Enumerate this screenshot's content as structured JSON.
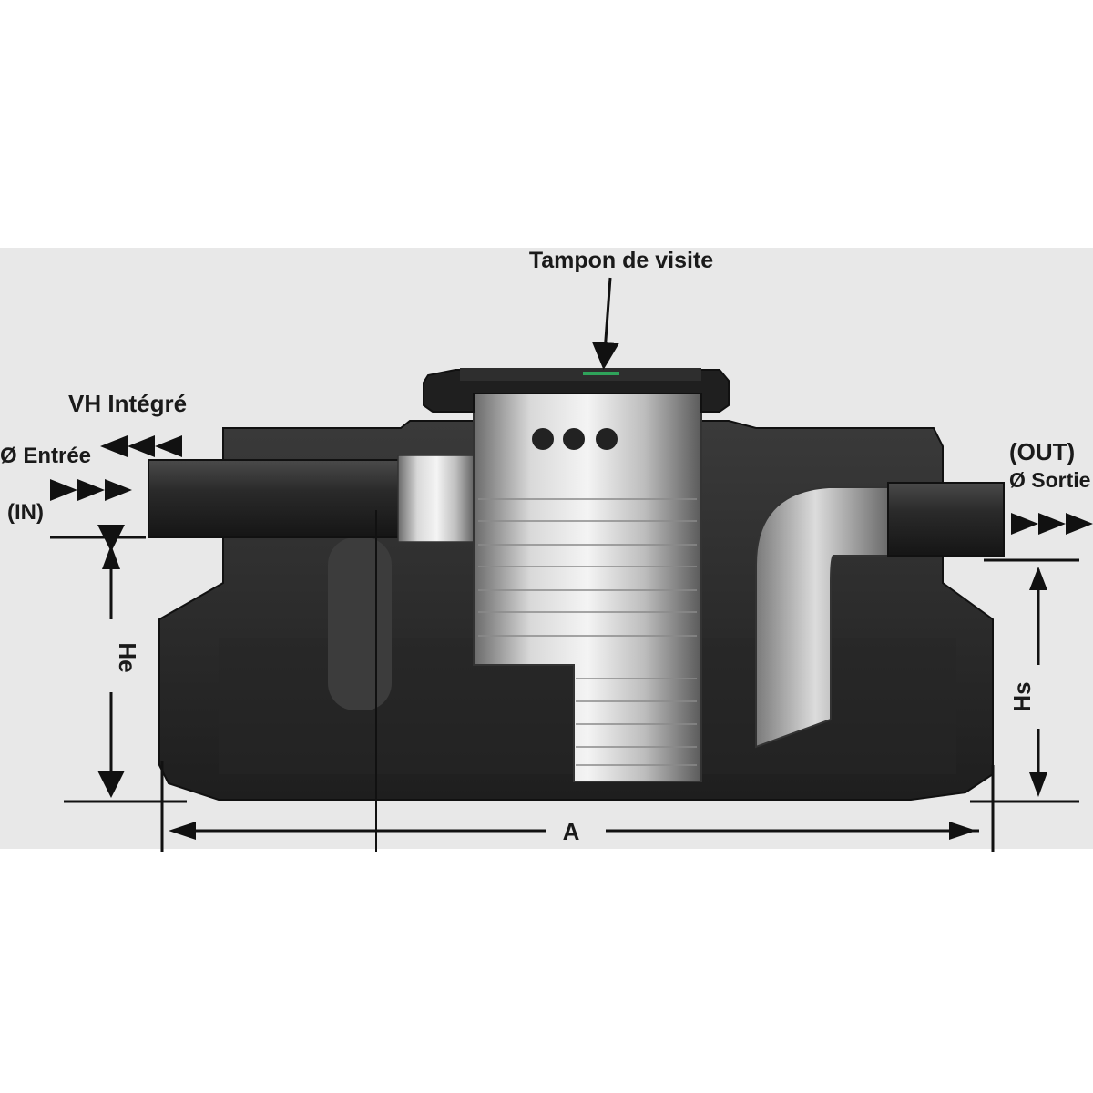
{
  "labels": {
    "top_callout": "Tampon de visite",
    "vh_label": "VH Intégré",
    "inlet_label": "Ø Entrée",
    "inlet_code": "(IN)",
    "outlet_code": "(OUT)",
    "outlet_label": "Ø Sortie",
    "dim_he": "He",
    "dim_hs": "Hs",
    "dim_a": "A"
  },
  "colors": {
    "background": "#e8e8e8",
    "tank_body": "#2b2b2b",
    "steel": "#c9c9c9",
    "dimension_line": "#111111"
  }
}
